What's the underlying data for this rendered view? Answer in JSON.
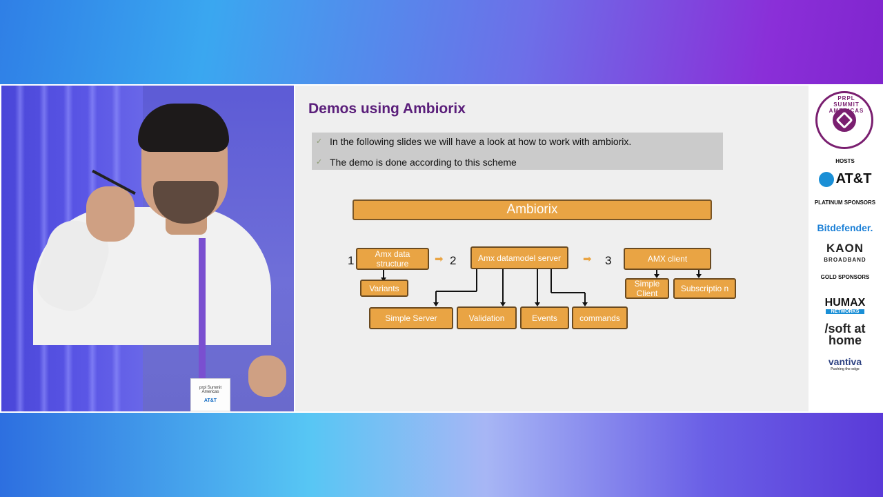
{
  "slide": {
    "title": "Demos using Ambiorix",
    "bullets": [
      "In the following slides we will have a look at how to work with ambiorix.",
      "The demo is done according to this scheme"
    ]
  },
  "diagram": {
    "top": "Ambiorix",
    "steps": [
      "1",
      "2",
      "3"
    ],
    "nodes": {
      "amx_data_structure": "Amx data structure",
      "variants": "Variants",
      "amx_datamodel_server": "Amx datamodel server",
      "simple_server": "Simple Server",
      "validation": "Validation",
      "events": "Events",
      "commands": "commands",
      "amx_client": "AMX client",
      "simple_client": "Simple Client",
      "subscription": "Subscriptio n"
    }
  },
  "sponsors": {
    "seal_text": "PRPL SUMMIT AMERICAS",
    "hosts_label": "HOSTS",
    "att": "AT&T",
    "platinum_label": "PLATINUM SPONSORS",
    "bitdefender": "Bitdefender.",
    "kaon": "KAON",
    "kaon_sub": "BROADBAND",
    "gold_label": "GOLD SPONSORS",
    "humax": "HUMAX",
    "humax_sub": "NETWORKS",
    "softathome": "/soft at home",
    "vantiva": "vantiva",
    "vantiva_sub": "Pushing the edge"
  },
  "badge": {
    "event": "prpl Summit Americas",
    "company": "AT&T"
  },
  "colors": {
    "title": "#5a1e7a",
    "box_fill": "#e9a444",
    "box_border": "#6a4a20",
    "bullet_bg": "#cbcbcb",
    "brand_purple": "#7a1f70"
  },
  "icons": [
    "check-icon",
    "right-arrow-icon",
    "att-globe-icon",
    "seal-hexagon-icon"
  ]
}
